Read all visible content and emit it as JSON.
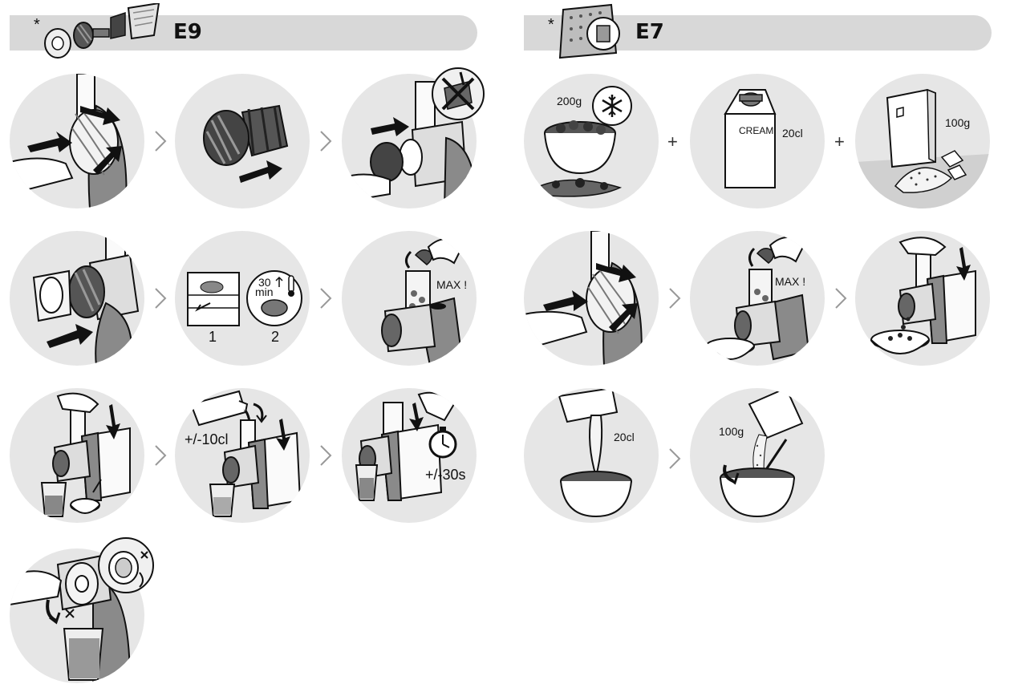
{
  "sections": {
    "e9": {
      "star": "*",
      "title": "E9"
    },
    "e7": {
      "star": "*",
      "title": "E7"
    }
  },
  "e9_steps": {
    "step5": {
      "sub1": "1",
      "sub2": "2",
      "time": "30",
      "unit": "min"
    },
    "step6": {
      "max": "MAX !"
    },
    "step8": {
      "amount": "+/-10cl"
    },
    "step9": {
      "duration": "+/-30s"
    }
  },
  "e7_ingredients": {
    "fruit": {
      "amount": "200g",
      "icon": "snowflake-icon"
    },
    "cream": {
      "brand": "CREAM",
      "amount": "20cl"
    },
    "sugar": {
      "amount": "100g"
    },
    "plus": "+"
  },
  "e7_steps": {
    "step2": {
      "max": "MAX !"
    },
    "step4": {
      "amount": "20cl"
    },
    "step5": {
      "amount": "100g"
    }
  },
  "colors": {
    "circle": "#e6e6e6",
    "bar": "#d8d8d8",
    "ink": "#222222",
    "arrow": "#111111"
  }
}
